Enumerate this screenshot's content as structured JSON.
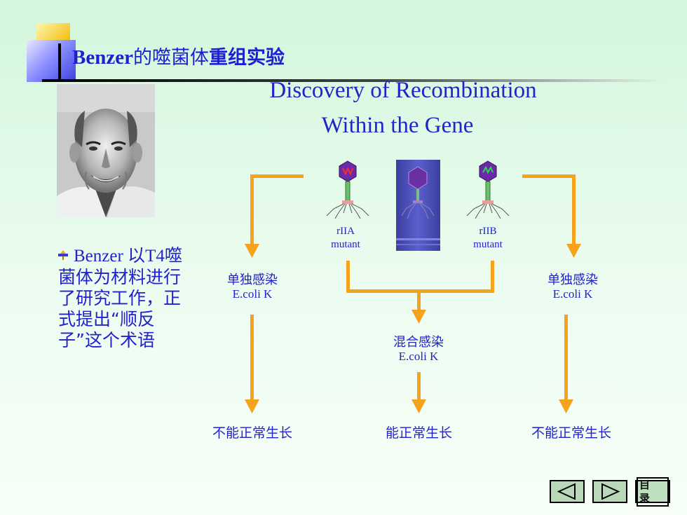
{
  "title": {
    "latin": "Benzer",
    "part2": "的噬菌体",
    "part3": "重组实验"
  },
  "subtitle": {
    "line1": "Discovery  of Recombination",
    "line2": "Within  the Gene"
  },
  "photo": {
    "subject": "portrait of Seymour Benzer"
  },
  "bullet": {
    "icon": "plus-bullet-icon",
    "latin": "Benzer ",
    "cjk1": "以",
    "latin2": "T4",
    "rest": "噬菌体为材料进行了研究工作，正式提出“顺反子”这个术语"
  },
  "phages": {
    "left": {
      "name": "rIIA",
      "type": "mutant"
    },
    "right": {
      "name": "rIIB",
      "type": "mutant"
    }
  },
  "branches": {
    "left": {
      "infection": "单独感染",
      "host": "E.coli K",
      "result": "不能正常生长"
    },
    "center": {
      "infection": "混合感染",
      "host": "E.coli K",
      "result": "能正常生长"
    },
    "right": {
      "infection": "单独感染",
      "host": "E.coli K",
      "result": "不能正常生长"
    }
  },
  "nav": {
    "prev": "previous-arrow",
    "next": "next-arrow",
    "menu": "目 录"
  },
  "colors": {
    "text": "#2222cc",
    "arrow": "#f6a21c",
    "title": "#1f1fcf"
  }
}
